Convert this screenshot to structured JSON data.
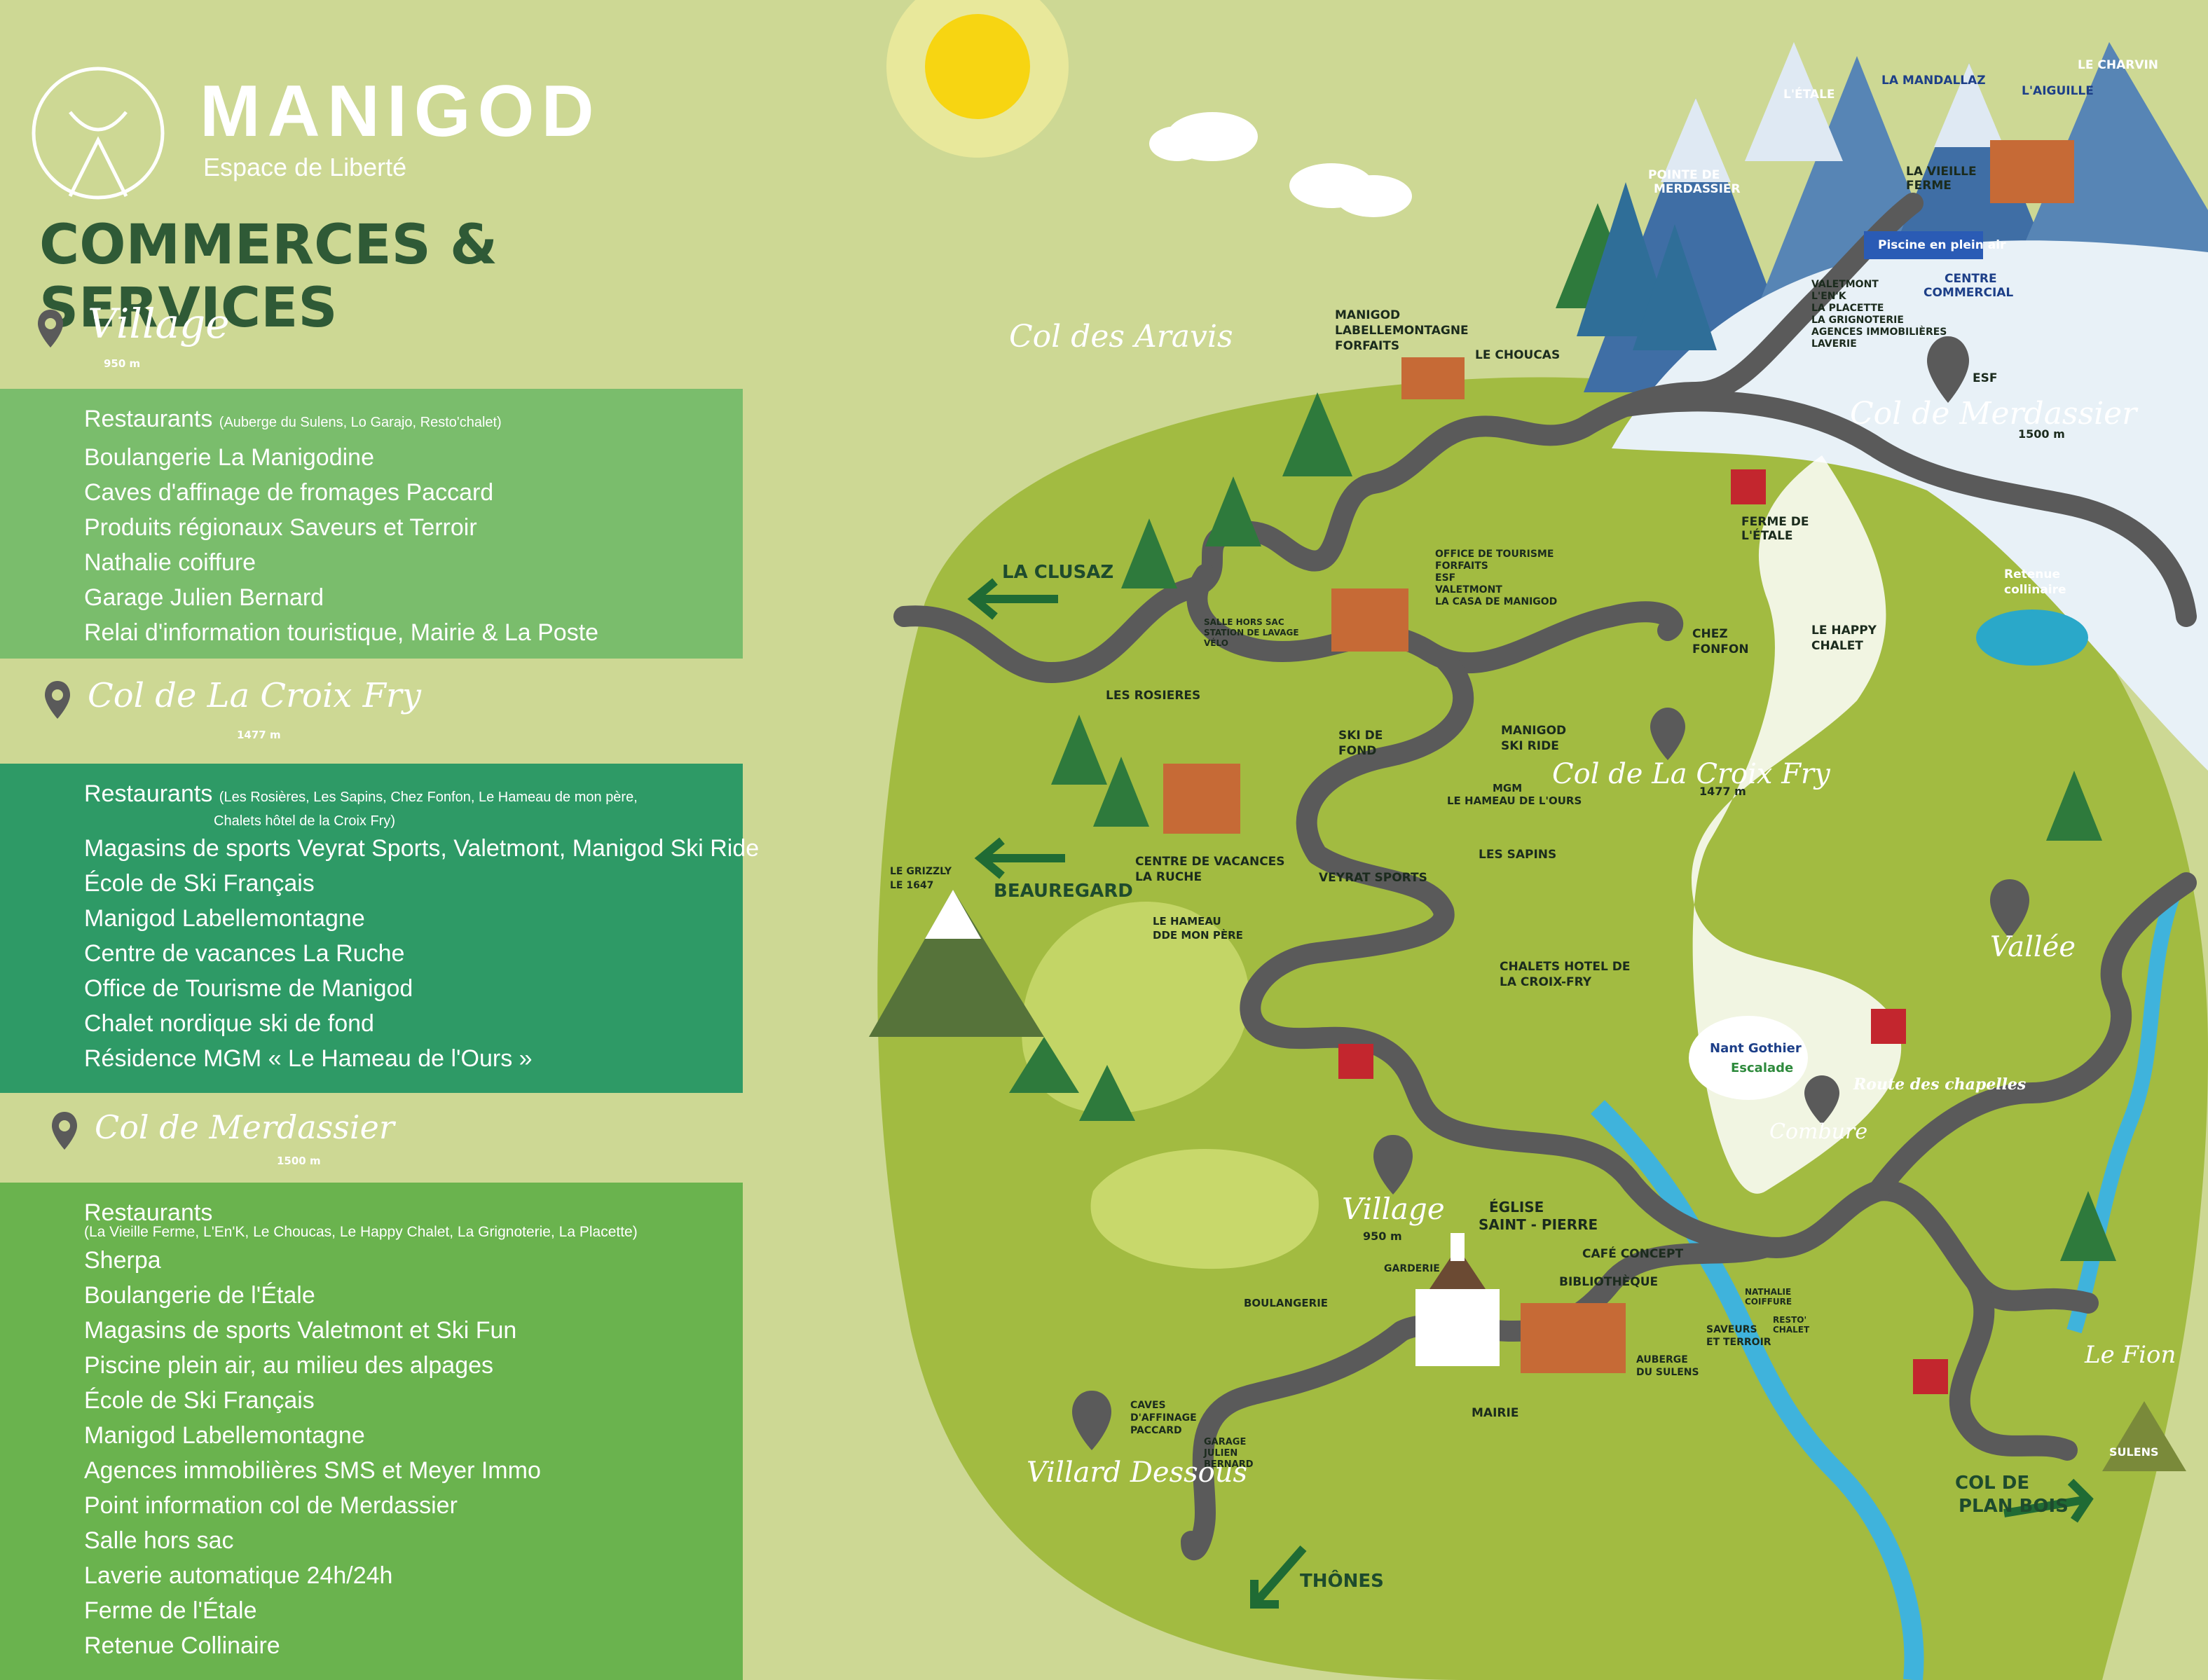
{
  "brand": {
    "name": "MANIGOD",
    "tagline": "Espace de Liberté"
  },
  "heading": "COMMERCES & SERVICES",
  "zones": [
    {
      "name": "Village",
      "altitude": "950 m",
      "items": [
        {
          "label": "Restaurants",
          "detail": "(Auberge du Sulens, Lo Garajo, Resto'chalet)"
        },
        {
          "label": "Boulangerie La Manigodine"
        },
        {
          "label": "Caves d'affinage de fromages Paccard"
        },
        {
          "label": "Produits régionaux Saveurs et Terroir"
        },
        {
          "label": "Nathalie coiffure"
        },
        {
          "label": "Garage Julien Bernard"
        },
        {
          "label": "Relai d'information touristique, Mairie & La Poste"
        }
      ]
    },
    {
      "name": "Col de La Croix Fry",
      "altitude": "1477 m",
      "items": [
        {
          "label": "Restaurants",
          "detail": "(Les Rosières, Les Sapins, Chez Fonfon, Le Hameau de mon père,",
          "detail2": "Chalets hôtel de la Croix Fry)"
        },
        {
          "label": "Magasins de sports",
          "detail_inline": "Veyrat Sports, Valetmont, Manigod Ski Ride"
        },
        {
          "label": "École de Ski Français"
        },
        {
          "label": "Manigod Labellemontagne"
        },
        {
          "label": "Centre de vacances La Ruche"
        },
        {
          "label": "Office de Tourisme de Manigod"
        },
        {
          "label": "Chalet nordique ski de fond"
        },
        {
          "label": "Résidence MGM « Le Hameau de l'Ours »"
        }
      ]
    },
    {
      "name": "Col de Merdassier",
      "altitude": "1500 m",
      "items": [
        {
          "label": "Restaurants"
        },
        {
          "label": "(La Vieille Ferme, L'En'K, Le Choucas, Le Happy Chalet, La Grignoterie, La Placette)",
          "small": true
        },
        {
          "label": "Sherpa"
        },
        {
          "label": "Boulangerie de l'Étale"
        },
        {
          "label": "Magasins de sports",
          "detail_inline": "Valetmont et Ski Fun"
        },
        {
          "label": "Piscine plein air, au milieu des alpages"
        },
        {
          "label": "École de Ski Français"
        },
        {
          "label": "Manigod Labellemontagne"
        },
        {
          "label": "Agences immobilières SMS et Meyer Immo"
        },
        {
          "label": "Point information col de Merdassier"
        },
        {
          "label": "Salle hors sac"
        },
        {
          "label": "Laverie automatique 24h/24h"
        },
        {
          "label": "Ferme de l'Étale"
        },
        {
          "label": "Retenue Collinaire"
        }
      ]
    }
  ],
  "map": {
    "peaks": [
      "L'ÉTALE",
      "LA MANDALLAZ",
      "L'AIGUILLE",
      "LE CHARVIN",
      "POINTE DE",
      "MERDASSIER"
    ],
    "places_script": [
      "Col des Aravis",
      "Col de Merdassier",
      "Col de La Croix Fry",
      "Vallée",
      "Village",
      "Combure",
      "Villard Dessous",
      "Le Fion"
    ],
    "altitudes": [
      "1500 m",
      "1477 m",
      "950 m"
    ],
    "directions": [
      "LA CLUSAZ",
      "BEAUREGARD",
      "THÔNES",
      "COL DE",
      "PLAN BOIS"
    ],
    "labels": {
      "vieille_ferme_1": "LA VIEILLE",
      "vieille_ferme_2": "FERME",
      "piscine": "Piscine en plein air",
      "centre_1": "CENTRE",
      "centre_2": "COMMERCIAL",
      "valetmont_1": "VALETMONT",
      "valetmont_2": "L'EN'K",
      "valetmont_3": "LA PLACETTE",
      "valetmont_4": "LA GRIGNOTERIE",
      "valetmont_5": "AGENCES IMMOBILIÈRES",
      "valetmont_6": "LAVERIE",
      "esf": "ESF",
      "forfaits_1": "MANIGOD",
      "forfaits_2": "LABELLEMONTAGNE",
      "forfaits_3": "FORFAITS",
      "choucas": "LE CHOUCAS",
      "ferme_etale_1": "FERME DE",
      "ferme_etale_2": "L'ÉTALE",
      "retenue_1": "Retenue",
      "retenue_2": "collinaire",
      "happy_1": "LE HAPPY",
      "happy_2": "CHALET",
      "office_1": "OFFICE DE TOURISME",
      "office_2": "FORFAITS",
      "office_3": "ESF",
      "office_4": "VALETMONT",
      "office_5": "LA CASA DE MANIGOD",
      "salle_1": "SALLE HORS SAC",
      "salle_2": "STATION DE LAVAGE",
      "salle_3": "VÉLO",
      "fonfon_1": "CHEZ",
      "fonfon_2": "FONFON",
      "rosieres": "LES ROSIERES",
      "skifond_1": "SKI DE",
      "skifond_2": "FOND",
      "skiride_1": "MANIGOD",
      "skiride_2": "SKI RIDE",
      "mgm_1": "MGM",
      "mgm_2": "LE HAMEAU DE L'OURS",
      "sapins": "LES SAPINS",
      "ruche_1": "CENTRE DE VACANCES",
      "ruche_2": "LA RUCHE",
      "veyrat": "VEYRAT SPORTS",
      "grizzly_1": "LE GRIZZLY",
      "grizzly_2": "LE 1647",
      "hameau_1": "LE HAMEAU",
      "hameau_2": "DDE MON PÈRE",
      "chalets_1": "CHALETS HOTEL DE",
      "chalets_2": "LA CROIX-FRY",
      "nant_1": "Nant Gothier",
      "nant_2": "Escalade",
      "route": "Route des chapelles",
      "eglise_1": "ÉGLISE",
      "eglise_2": "SAINT - PIERRE",
      "cafe": "CAFÉ CONCEPT",
      "biblio": "BIBLIOTHÈQUE",
      "garderie": "GARDERIE",
      "boulangerie": "BOULANGERIE",
      "nathalie_1": "NATHALIE",
      "nathalie_2": "COIFFURE",
      "resto_1": "RESTO'",
      "resto_2": "CHALET",
      "saveurs_1": "SAVEURS",
      "saveurs_2": "ET TERROIR",
      "auberge_1": "AUBERGE",
      "auberge_2": "DU SULENS",
      "mairie": "MAIRIE",
      "caves_1": "CAVES",
      "caves_2": "D'AFFINAGE",
      "caves_3": "PACCARD",
      "garage_1": "GARAGE",
      "garage_2": "JULIEN",
      "garage_3": "BERNARD",
      "sulens": "SULENS"
    }
  }
}
